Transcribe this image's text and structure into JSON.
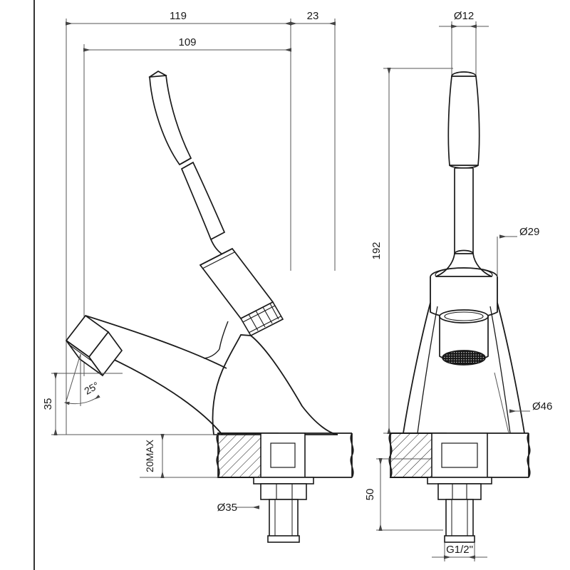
{
  "drawing": {
    "type": "engineering-dimension-drawing",
    "subject": "single-lever basin mixer tap",
    "units": "mm",
    "background_color": "#ffffff",
    "line_color": "#1a1a1a",
    "dimension_line_color": "#555555",
    "border_color": "#333333",
    "views": [
      {
        "name": "side-view",
        "position": "left"
      },
      {
        "name": "front-view",
        "position": "right"
      }
    ]
  },
  "side_view": {
    "dimensions": {
      "overall_reach": "119",
      "spout_offset": "23",
      "spout_reach": "109",
      "spout_height": "35",
      "outlet_angle": "25°",
      "deck_thickness": "20MAX",
      "shank_diameter": "Ø35"
    }
  },
  "front_view": {
    "dimensions": {
      "lever_top_diameter": "Ø12",
      "overall_height": "192",
      "collar_diameter": "Ø29",
      "base_diameter": "Ø46",
      "tail_length": "50",
      "thread_size": "G1/2\""
    }
  }
}
